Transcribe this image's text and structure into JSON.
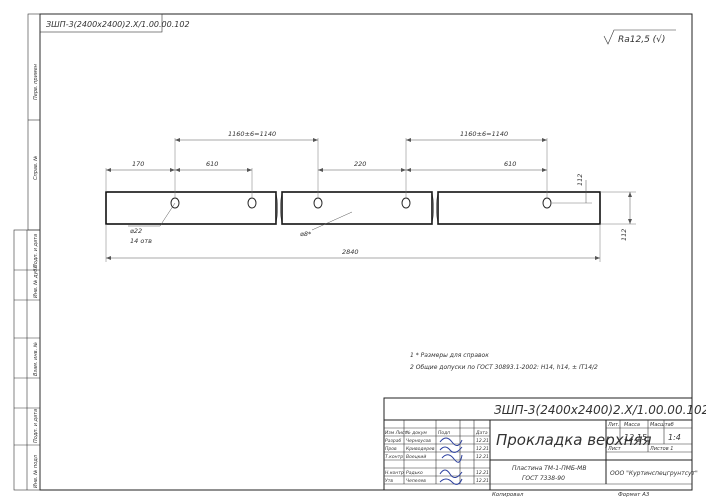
{
  "stamp_code_rotated": "ЗШП-3(2400х2400)2.Х/1.00.00.102",
  "roughness": "Ra12,5 (√)",
  "dimensions": {
    "top_left": "1160±6=1140",
    "top_right": "1160±6=1140",
    "d170": "170",
    "d610_left": "610",
    "d220": "220",
    "d610_right": "610",
    "h_right_small": "112",
    "h_right_big": "112",
    "hole_dia": "⌀22",
    "hole_count": "14 отв",
    "bend": "⌀8*",
    "total": "2840"
  },
  "notes": [
    "1  * Размеры для справок",
    "2  Общие допуски по ГОСТ 30893.1-2002: H14, h14, ± IT14/2"
  ],
  "title_block": {
    "designation": "ЗШП-3(2400х2400)2.Х/1.00.00.102",
    "name": "Прокладка верхняя",
    "material_line1": "Пластина ТМ-1-ПМБ-МВ",
    "material_line2": "ГОСТ 7338-90",
    "company": "ООО \"Куртинспецгрунтсут\"",
    "col_lit": "Лит.",
    "col_mass": "Масса",
    "col_scale": "Масштаб",
    "mass": "12,15",
    "scale": "1:4",
    "sheet": "Лист",
    "sheets": "Листов 1",
    "rows": [
      {
        "role": "Изм Лист",
        "name": "№ докум",
        "sign": "Подп",
        "date": "Дата"
      },
      {
        "role": "Разраб",
        "name": "Черноусов",
        "sign": "",
        "date": "12.21"
      },
      {
        "role": "Пров",
        "name": "Криводерев",
        "sign": "",
        "date": "12.21"
      },
      {
        "role": "Т.контр",
        "name": "Воецкий",
        "sign": "",
        "date": "12.21"
      },
      {
        "role": "Н.контр",
        "name": "Радько",
        "sign": "",
        "date": "12.21"
      },
      {
        "role": "Утв",
        "name": "Чепелев",
        "sign": "",
        "date": "12.21"
      }
    ],
    "copied": "Копировал",
    "format": "Формат А3"
  },
  "side_labels": [
    "Перв. примен",
    "Справ. №",
    "Подп. и дата",
    "Инв. № дубл",
    "Взам. инв. №",
    "Подп. и дата",
    "Инв. № подл"
  ]
}
